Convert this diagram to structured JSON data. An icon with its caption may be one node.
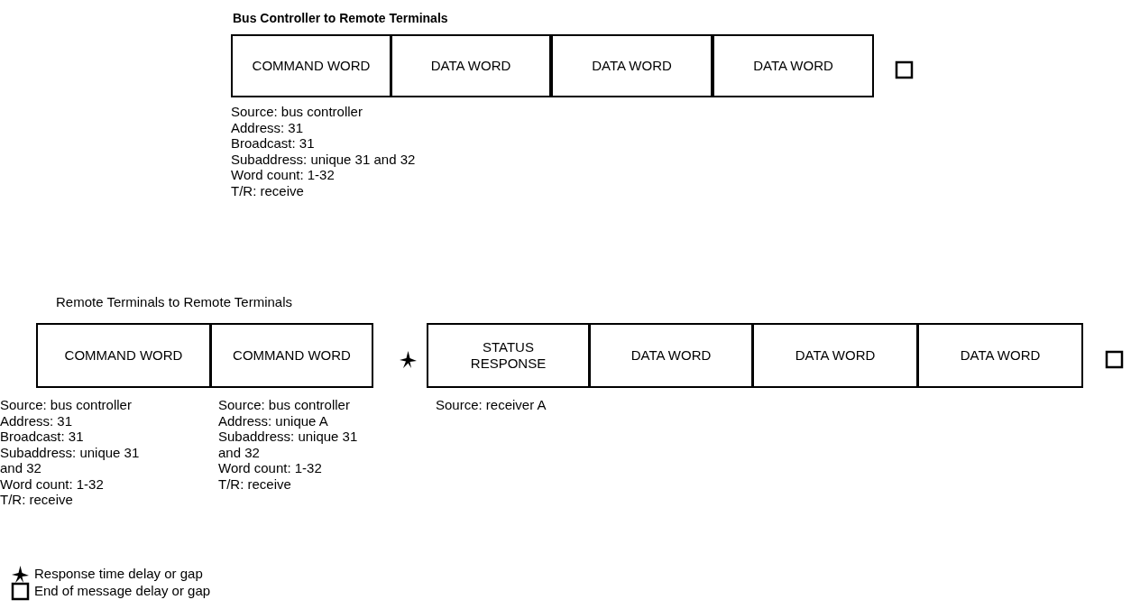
{
  "diagram": {
    "nodes": [
      {
        "text": [
          "COMMAND WORD"
        ],
        "beside": [
          "Source: bus controller",
          "Address: 31",
          "Broadcast: 31",
          "Subaddress: unique 31 and 32",
          "Word count: 1-32",
          "T/R: receive"
        ]
      },
      {
        "text": [
          "DATA WORD"
        ]
      },
      {
        "text": [
          "DATA WORD"
        ]
      },
      {
        "text": [
          "DATA WORD"
        ]
      },
      {
        "text": [
          "COMMAND WORD"
        ],
        "beside": [
          "Source: bus controller",
          "Address: 31",
          "Broadcast: 31",
          "Subaddress: unique 31 and 32",
          "Word count: 1-32",
          "T/R: receive"
        ]
      },
      {
        "text": [
          "COMMAND WORD"
        ],
        "beside": [
          "Source: bus controller",
          "Address: unique A",
          "Subaddress: unique 31 and 32",
          "Word count: 1-32",
          "T/R: receive"
        ]
      },
      {
        "text": [
          "STATUS RESPONSE"
        ],
        "beside": [
          "Source: receiver A"
        ]
      },
      {
        "text": [
          "DATA WORD"
        ]
      },
      {
        "text": [
          "DATA WORD"
        ]
      },
      {
        "text": [
          "DATA WORD"
        ]
      }
    ],
    "labels": [
      "Bus Controller to Remote Terminals",
      "Remote Terminals to Remote Terminals"
    ],
    "legend": [
      {
        "text": "Response time delay or gap"
      },
      {
        "text": "End of message delay or gap"
      }
    ]
  }
}
